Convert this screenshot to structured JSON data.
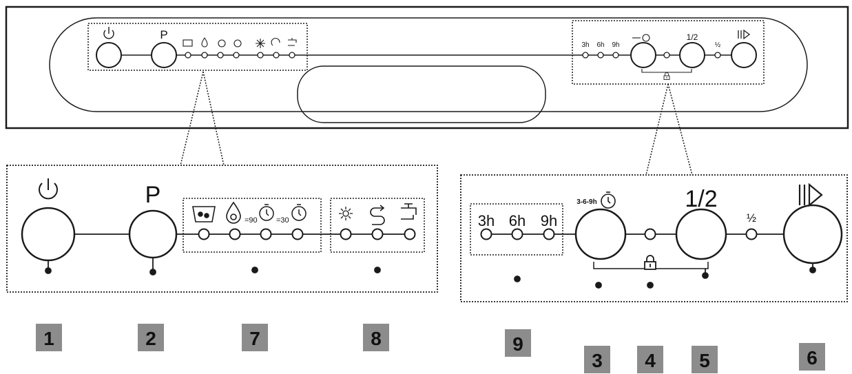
{
  "panel": {
    "small_left_labels": {
      "program": "P"
    },
    "small_right_labels": {
      "h3": "3h",
      "h6": "6h",
      "h9": "9h",
      "half": "1/2",
      "half_small": "½"
    }
  },
  "left_detail": {
    "program_label": "P",
    "group7_labels": {
      "eq90": "=90",
      "eq30": "=30"
    }
  },
  "right_detail": {
    "delay_labels": {
      "h3": "3h",
      "h6": "6h",
      "h9": "9h"
    },
    "delay_button_label": "3-6-9h",
    "half_label": "1/2",
    "half_small_label": "½"
  },
  "callouts": {
    "n1": "1",
    "n2": "2",
    "n3": "3",
    "n4": "4",
    "n5": "5",
    "n6": "6",
    "n7": "7",
    "n8": "8",
    "n9": "9"
  },
  "colors": {
    "line": "#1a1a1a",
    "badge": "#8c8c8c",
    "badge_text": "#111111"
  }
}
